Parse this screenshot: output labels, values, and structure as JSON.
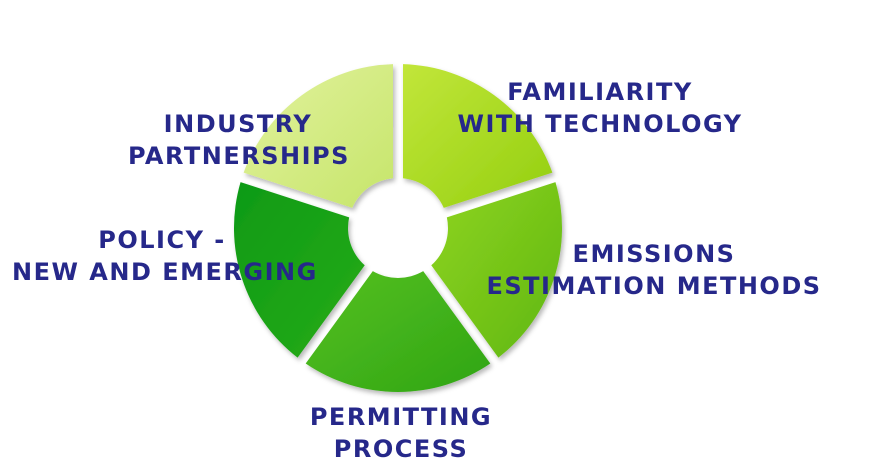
{
  "diagram": {
    "type": "segmented-cycle",
    "segments": [
      {
        "id": "familiarity",
        "lines": [
          "FAMILIARITY",
          "WITH TECHNOLOGY"
        ],
        "color": "#a6d81c"
      },
      {
        "id": "emissions",
        "lines": [
          "EMISSIONS",
          "ESTIMATION METHODS"
        ],
        "color": "#7ac51a"
      },
      {
        "id": "permitting",
        "lines": [
          "PERMITTING",
          "PROCESS"
        ],
        "color": "#3fb21a"
      },
      {
        "id": "policy",
        "lines": [
          "POLICY -",
          "NEW AND EMERGING"
        ],
        "color": "#17a116"
      },
      {
        "id": "industry",
        "lines": [
          "INDUSTRY",
          "PARTNERSHIPS"
        ],
        "color": "#cfe97a"
      }
    ],
    "label_color": "#26288a"
  }
}
